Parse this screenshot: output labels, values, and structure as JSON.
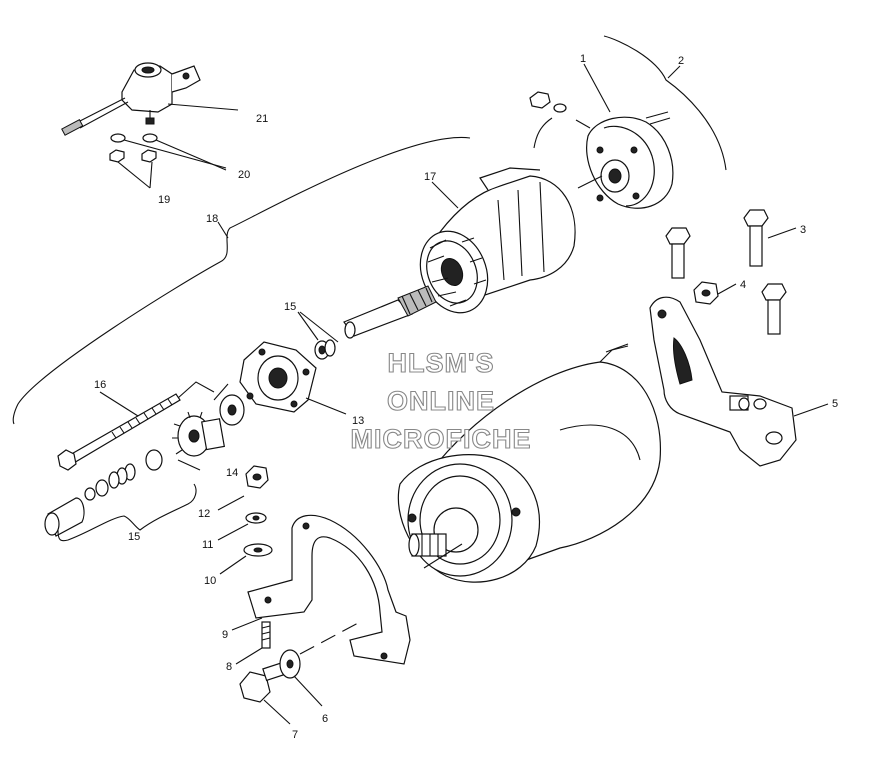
{
  "callouts": [
    {
      "id": "c1",
      "label": "1"
    },
    {
      "id": "c2",
      "label": "2"
    },
    {
      "id": "c3",
      "label": "3"
    },
    {
      "id": "c4",
      "label": "4"
    },
    {
      "id": "c5",
      "label": "5"
    },
    {
      "id": "c6",
      "label": "6"
    },
    {
      "id": "c7",
      "label": "7"
    },
    {
      "id": "c8",
      "label": "8"
    },
    {
      "id": "c9",
      "label": "9"
    },
    {
      "id": "c10",
      "label": "10"
    },
    {
      "id": "c11",
      "label": "11"
    },
    {
      "id": "c12",
      "label": "12"
    },
    {
      "id": "c13",
      "label": "13"
    },
    {
      "id": "c14",
      "label": "14"
    },
    {
      "id": "c15a",
      "label": "15"
    },
    {
      "id": "c15b",
      "label": "15"
    },
    {
      "id": "c16",
      "label": "16"
    },
    {
      "id": "c17",
      "label": "17"
    },
    {
      "id": "c18",
      "label": "18"
    },
    {
      "id": "c19",
      "label": "19"
    },
    {
      "id": "c20",
      "label": "20"
    },
    {
      "id": "c21",
      "label": "21"
    }
  ],
  "watermark": {
    "line1": "HLSM'S",
    "line2": "ONLINE",
    "line3": "MICROFICHE"
  }
}
